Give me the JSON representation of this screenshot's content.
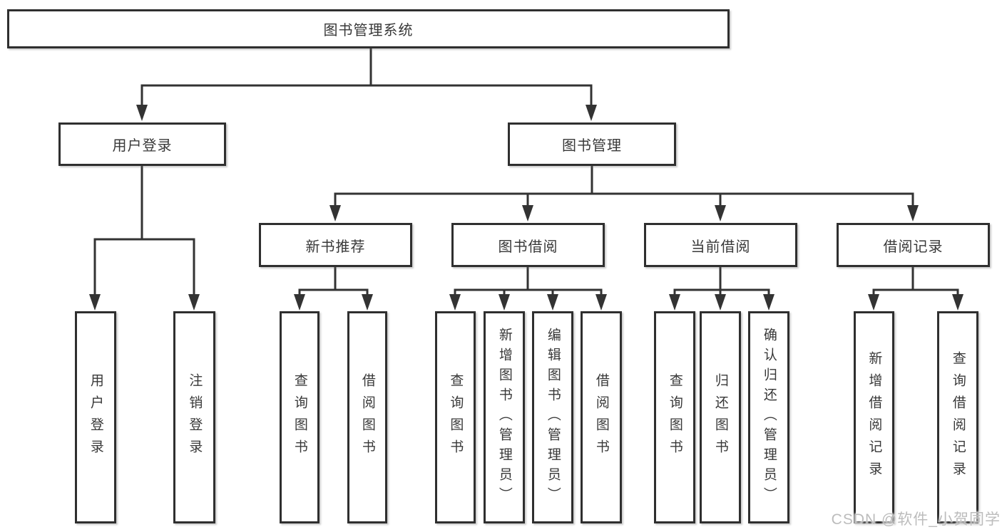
{
  "colors": {
    "background": "#ffffff",
    "line": "#333333",
    "box_border": "#2f2f2f",
    "text": "#383838",
    "watermark": "#bcbcbc"
  },
  "watermark": {
    "text": "CSDN @软件_小贺同学"
  },
  "tree": {
    "label": "图书管理系统",
    "children": [
      {
        "label": "用户登录",
        "children": [
          {
            "label": "用户登录"
          },
          {
            "label": "注销登录"
          }
        ]
      },
      {
        "label": "图书管理",
        "children": [
          {
            "label": "新书推荐",
            "children": [
              {
                "label": "查询图书"
              },
              {
                "label": "借阅图书"
              }
            ]
          },
          {
            "label": "图书借阅",
            "children": [
              {
                "label": "查询图书"
              },
              {
                "label": "新增图书（管理员）"
              },
              {
                "label": "编辑图书（管理员）"
              },
              {
                "label": "借阅图书"
              }
            ]
          },
          {
            "label": "当前借阅",
            "children": [
              {
                "label": "查询图书"
              },
              {
                "label": "归还图书"
              },
              {
                "label": "确认归还（管理员）"
              }
            ]
          },
          {
            "label": "借阅记录",
            "children": [
              {
                "label": "新增借阅记录"
              },
              {
                "label": "查询借阅记录"
              }
            ]
          }
        ]
      }
    ]
  }
}
